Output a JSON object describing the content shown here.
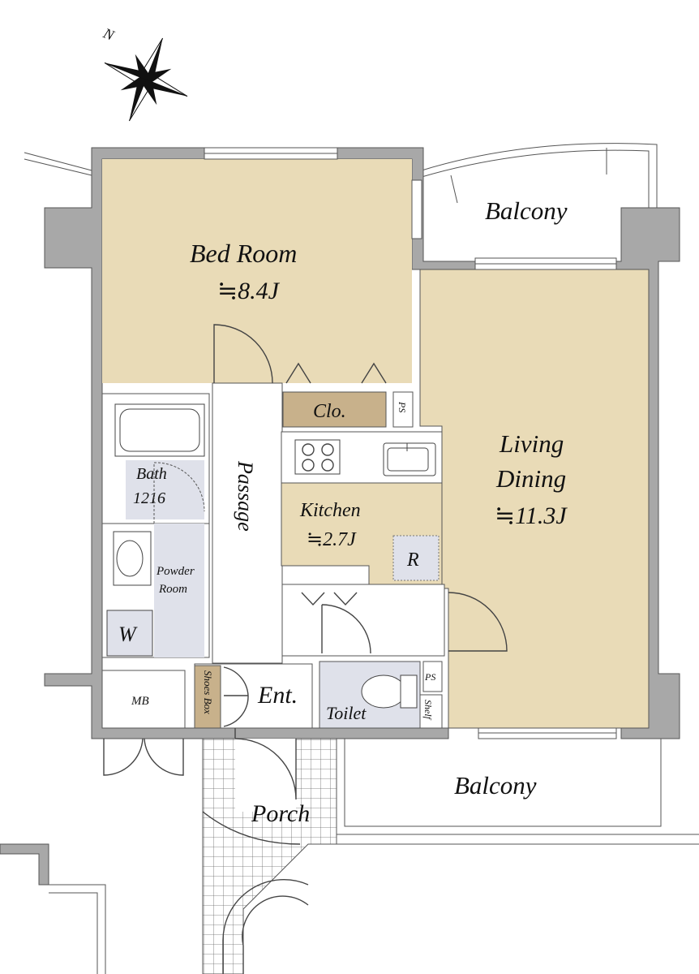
{
  "compass": {
    "north_label": "N"
  },
  "rooms": {
    "bedroom": {
      "name": "Bed Room",
      "size": "≒8.4J"
    },
    "living": {
      "name_line1": "Living",
      "name_line2": "Dining",
      "size": "≒11.3J"
    },
    "kitchen": {
      "name": "Kitchen",
      "size": "≒2.7J"
    },
    "refrigerator": "R",
    "closet": "Clo.",
    "ps_upper": "PS",
    "ps_lower": "PS",
    "shelf": "Shelf",
    "bath": {
      "name": "Bath",
      "size": "1216"
    },
    "powder_line1": "Powder",
    "powder_line2": "Room",
    "washer": "W",
    "passage": "Passage",
    "entrance": "Ent.",
    "shoes_box": "Shoes Box",
    "toilet": "Toilet",
    "mb": "MB",
    "porch": "Porch",
    "balcony_upper": "Balcony",
    "balcony_lower": "Balcony"
  },
  "colors": {
    "room_tan": "#e9dbb7",
    "closet_tan": "#c8b18b",
    "wet_area": "#dfe1ea",
    "wall": "#a8a8a8"
  }
}
